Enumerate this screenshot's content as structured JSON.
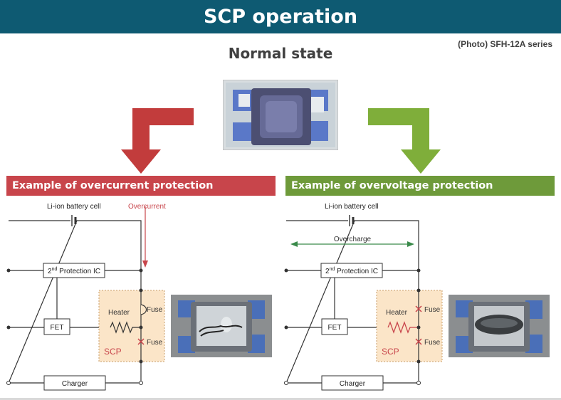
{
  "title": "SCP operation",
  "photo_caption": "(Photo) SFH-12A series",
  "normal_state": "Normal state",
  "panels": {
    "overcurrent": {
      "banner": "Example of overcurrent protection",
      "battery_label": "Li-ion battery cell",
      "annotation": "Overcurrent",
      "protection_ic_prefix": "2",
      "protection_ic_sup": "nd",
      "protection_ic_suffix": " Protection IC",
      "fet": "FET",
      "heater": "Heater",
      "fuse_top": "Fuse",
      "fuse_bottom": "Fuse",
      "scp": "SCP",
      "charger": "Charger"
    },
    "overvoltage": {
      "banner": "Example of overvoltage protection",
      "battery_label": "Li-ion battery cell",
      "annotation": "Overcharge",
      "protection_ic_prefix": "2",
      "protection_ic_sup": "nd",
      "protection_ic_suffix": " Protection IC",
      "fet": "FET",
      "heater": "Heater",
      "fuse_top": "Fuse",
      "fuse_bottom": "Fuse",
      "scp": "SCP",
      "charger": "Charger"
    }
  },
  "colors": {
    "title_bar": "#0e5a72",
    "overcurrent": "#c8454b",
    "overvoltage": "#6e9a3a",
    "scp_box": "#fbe5c8",
    "overcharge_arrow": "#3a8a4a"
  }
}
